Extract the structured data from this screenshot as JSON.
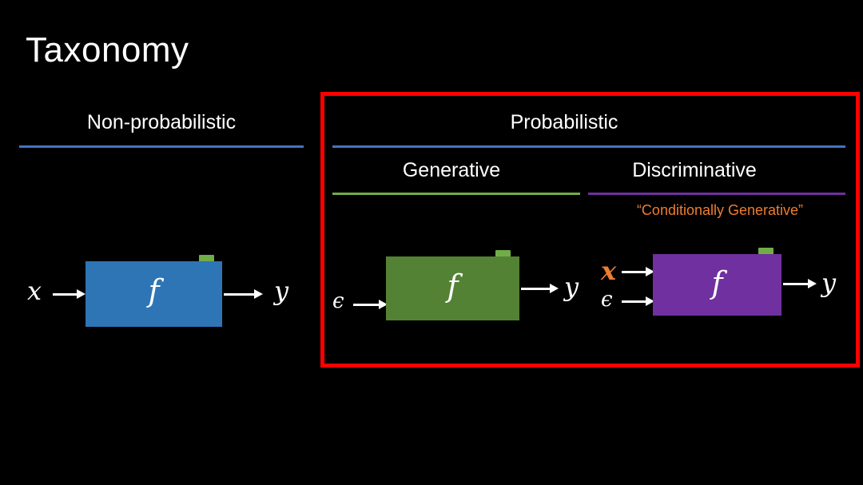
{
  "slide": {
    "title": "Taxonomy"
  },
  "non_probabilistic": {
    "heading": "Non-probabilistic",
    "input": "x",
    "function": "f",
    "output": "y",
    "box_color": "#2e75b6"
  },
  "probabilistic": {
    "heading": "Probabilistic",
    "frame_color": "#ff0000",
    "generative": {
      "heading": "Generative",
      "input": "ϵ",
      "function": "f",
      "output": "y",
      "box_color": "#548235"
    },
    "discriminative": {
      "heading": "Discriminative",
      "subtitle": "“Conditionally Generative”",
      "input_x": "x",
      "input_noise": "ϵ",
      "function": "f",
      "output": "y",
      "box_color": "#7030a0",
      "accent_color": "#ed7d31"
    }
  },
  "colors": {
    "blue_line": "#4472c4",
    "green_line": "#70ad47",
    "purple_line": "#7030a0",
    "tab": "#70ad47"
  }
}
